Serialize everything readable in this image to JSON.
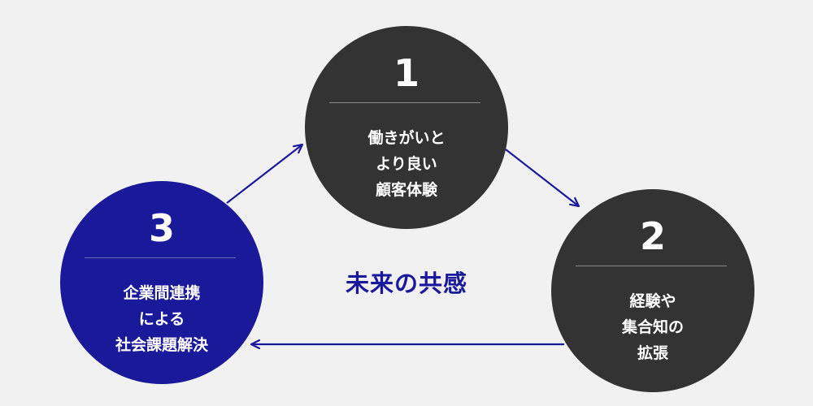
{
  "diagram": {
    "center_title": "未来の共感",
    "colors": {
      "background": "#f1f1f2",
      "dark": "#333333",
      "accent": "#19199a"
    },
    "steps": [
      {
        "number": "1",
        "lines": [
          "働きがいと",
          "より良い",
          "顧客体験"
        ]
      },
      {
        "number": "2",
        "lines": [
          "経験や",
          "集合知の",
          "拡張"
        ]
      },
      {
        "number": "3",
        "lines": [
          "企業間連携",
          "による",
          "社会課題解決"
        ]
      }
    ]
  }
}
